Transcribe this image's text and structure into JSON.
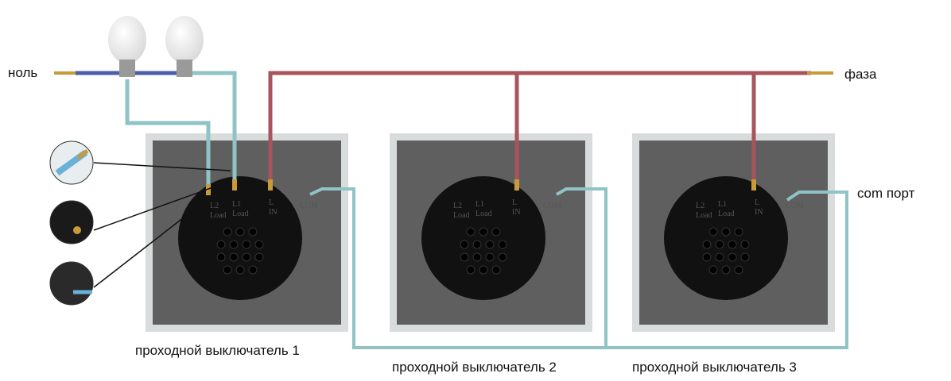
{
  "labels": {
    "neutral": "ноль",
    "phase": "фаза",
    "com_port": "com порт",
    "switch1": "проходной выключатель",
    "switch1_num": "1",
    "switch2": "проходной выключатель 2",
    "switch3": "проходной выключатель 3"
  },
  "terminals": [
    "L2",
    "Load",
    "L1",
    "Load",
    "L",
    "IN",
    "COM"
  ],
  "colors": {
    "neutral_wire": "#4a5fa8",
    "lamp_wire": "#8fc3c6",
    "phase_wire": "#a8545c",
    "plate": "#6b6b6b",
    "module": "#111111"
  }
}
